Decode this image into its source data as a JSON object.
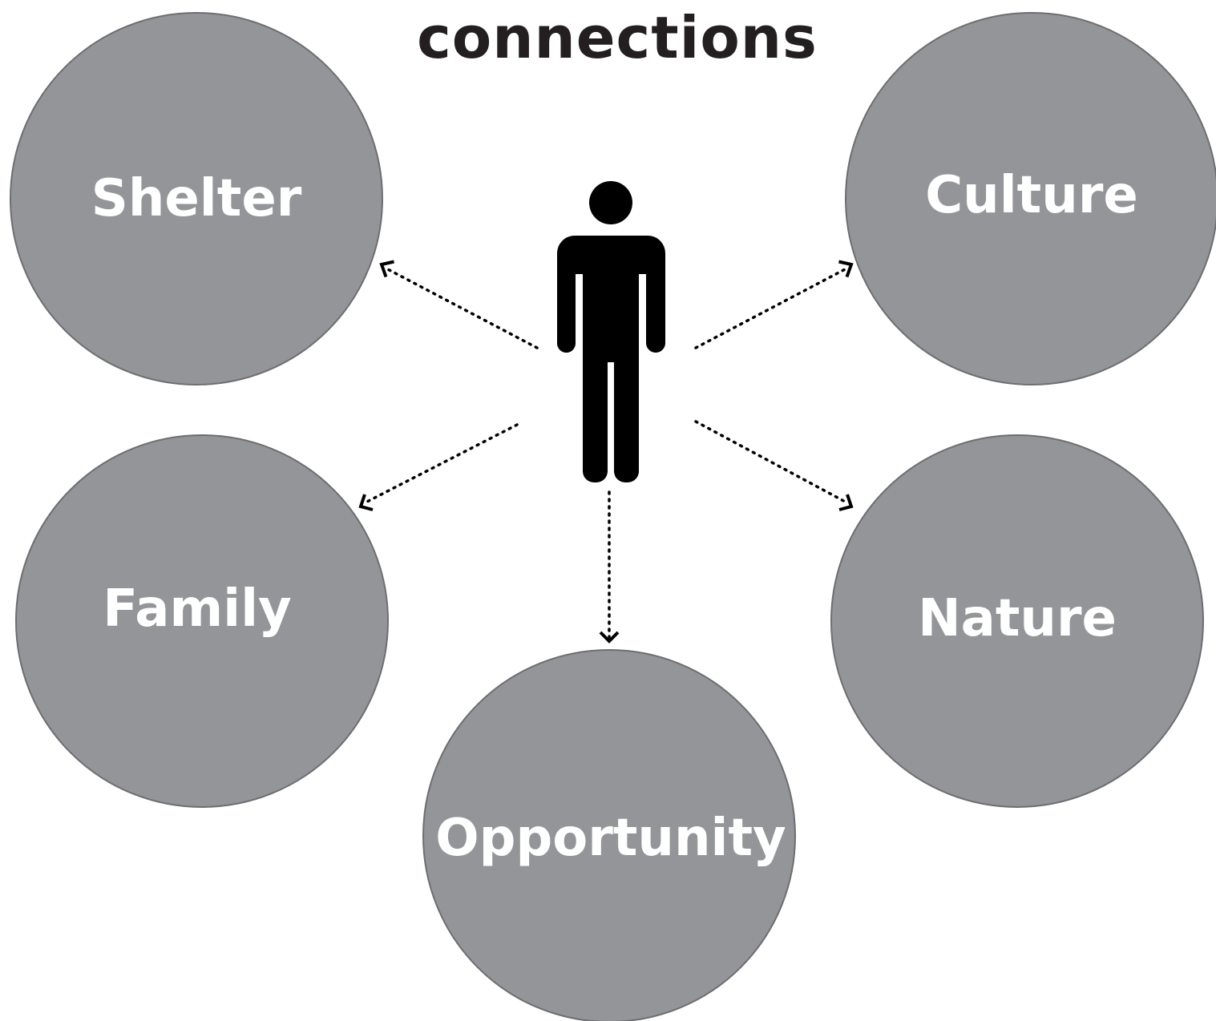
{
  "title": "connections",
  "colors": {
    "background": "#ffffff",
    "title": "#231f20",
    "node_fill": "#939598",
    "node_stroke": "#6d6e71",
    "node_label": "#ffffff",
    "person": "#000000",
    "connector": "#000000"
  },
  "person": {
    "icon": "person-icon"
  },
  "nodes": [
    {
      "id": "shelter",
      "label": "Shelter"
    },
    {
      "id": "culture",
      "label": "Culture"
    },
    {
      "id": "family",
      "label": "Family"
    },
    {
      "id": "nature",
      "label": "Nature"
    },
    {
      "id": "opportunity",
      "label": "Opportunity"
    }
  ],
  "connectors": [
    {
      "from": "person",
      "to": "shelter"
    },
    {
      "from": "person",
      "to": "culture"
    },
    {
      "from": "person",
      "to": "family"
    },
    {
      "from": "person",
      "to": "nature"
    },
    {
      "from": "person",
      "to": "opportunity"
    }
  ]
}
